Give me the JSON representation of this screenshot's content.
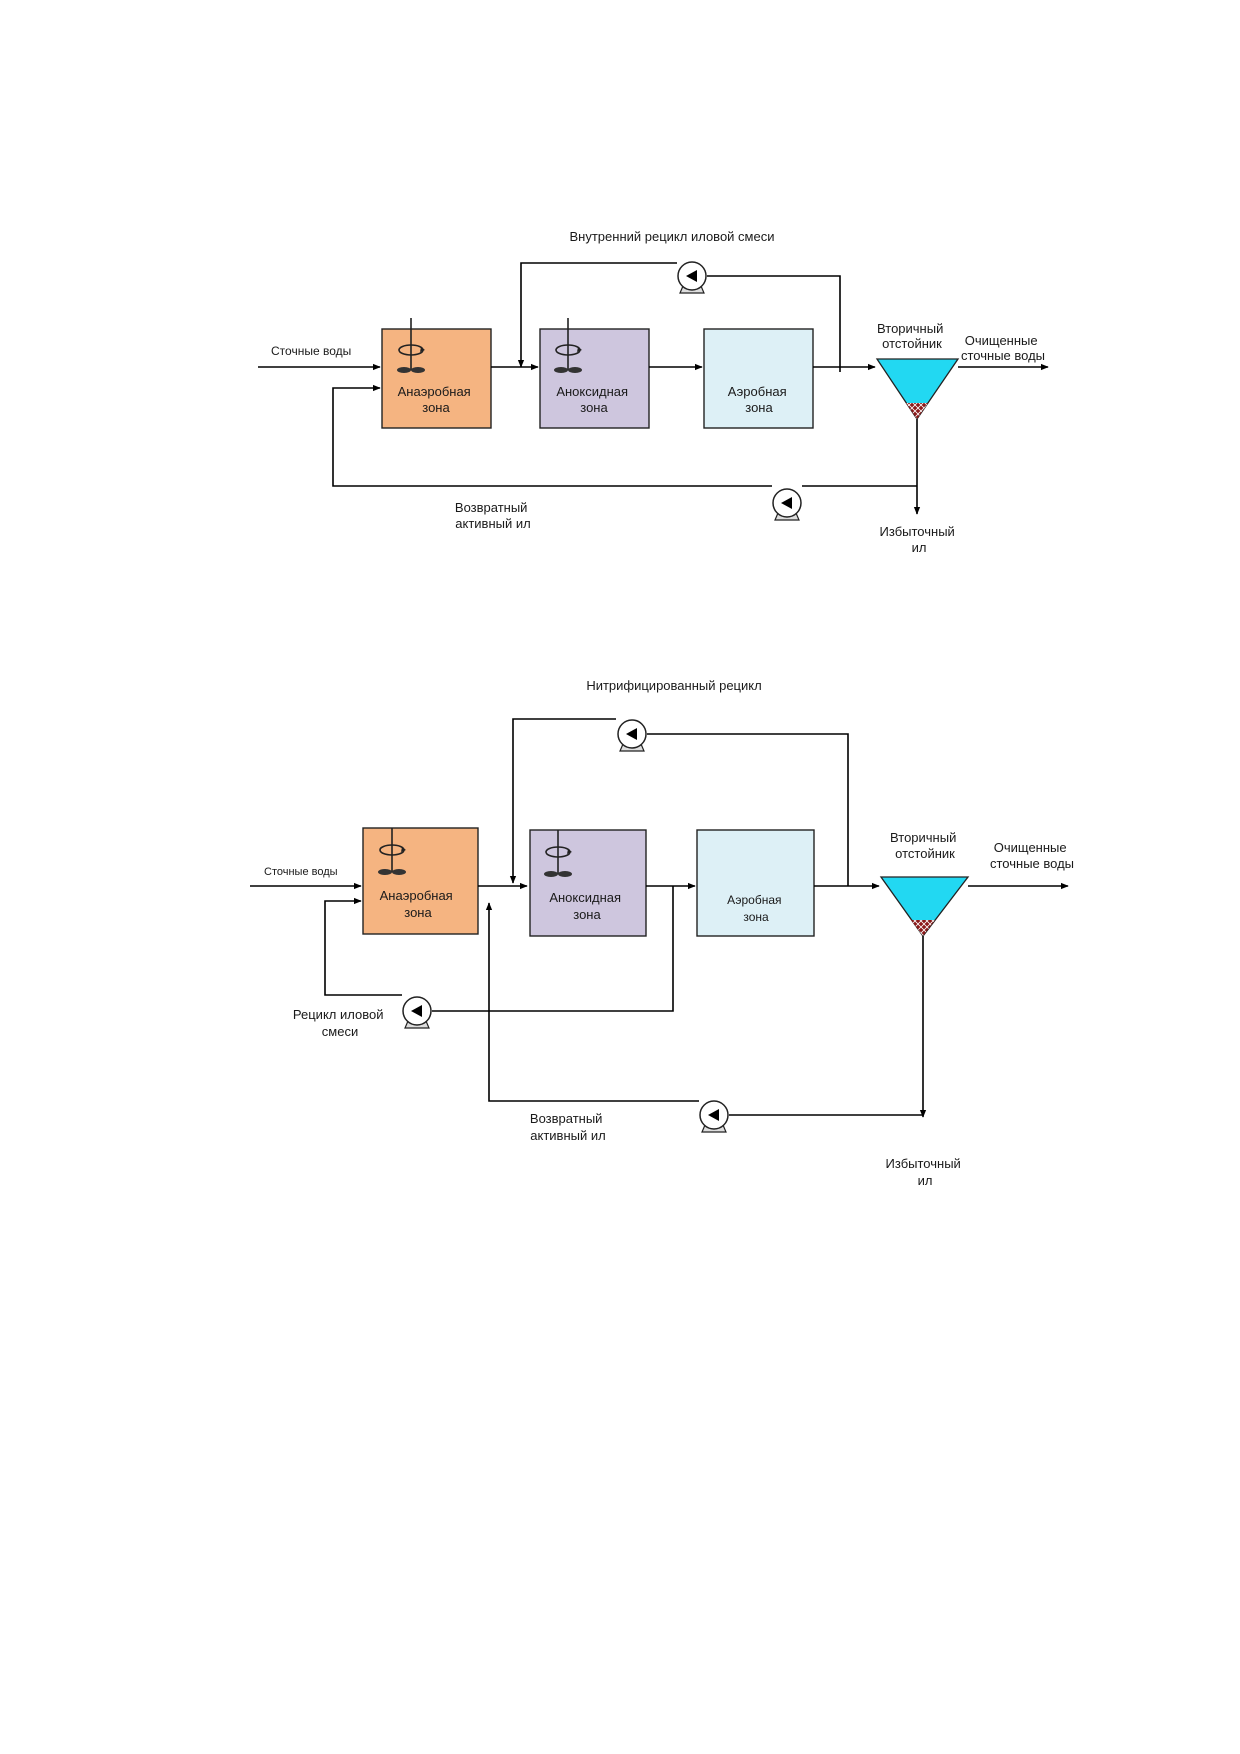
{
  "diagram1": {
    "internal_recycle": "Внутренний рецикл иловой смеси",
    "influent": "Сточные воды",
    "anaerobic": [
      "Анаэробная",
      "зона"
    ],
    "anoxic": [
      "Аноксидная",
      "зона"
    ],
    "aerobic": [
      "Аэробная",
      "зона"
    ],
    "clarifier": [
      "Вторичный",
      "отстойник"
    ],
    "effluent": [
      "Очищенные",
      "сточные воды"
    ],
    "return_sludge": [
      "Возвратный",
      "активный ил"
    ],
    "excess_sludge": [
      "Избыточный",
      "ил"
    ]
  },
  "diagram2": {
    "nitrified_recycle": "Нитрифицированный рецикл",
    "influent": "Сточные воды",
    "anaerobic": [
      "Анаэробная",
      "зона"
    ],
    "anoxic": [
      "Аноксидная",
      "зона"
    ],
    "aerobic": [
      "Аэробная",
      "зона"
    ],
    "clarifier": [
      "Вторичный",
      "отстойник"
    ],
    "effluent": [
      "Очищенные",
      "сточные воды"
    ],
    "mixed_liquor_recycle": [
      "Рецикл иловой",
      "смеси"
    ],
    "return_sludge": [
      "Возвратный",
      "активный ил"
    ],
    "excess_sludge": [
      "Избыточный",
      "ил"
    ]
  },
  "colors": {
    "anaerobic": "#F5B481",
    "anoxic": "#CEC6DE",
    "aerobic": "#DDF0F6",
    "clarifier_water": "#22D8F2",
    "sludge": "#8B1A1A"
  }
}
